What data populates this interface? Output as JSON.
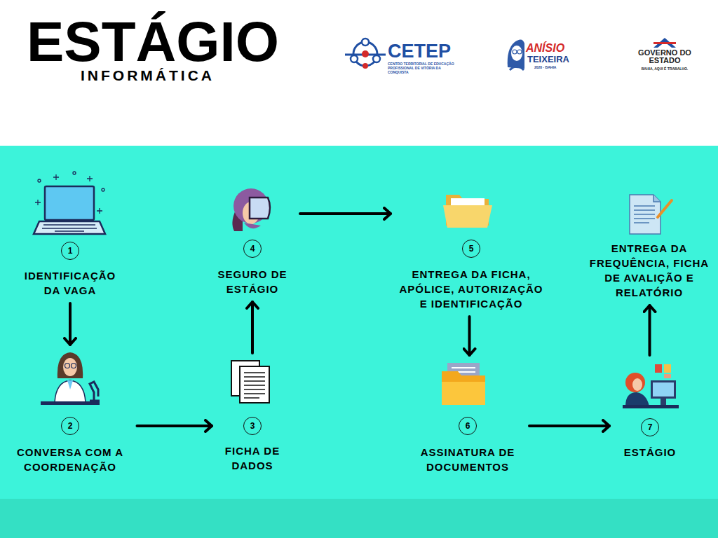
{
  "diagram": {
    "title": "ESTÁGIO",
    "nodes": [
      {
        "text": [
          "1",
          "IDENTIFICAÇÃO DA VAGA"
        ]
      },
      {
        "text": [
          "2",
          "CONVERSA COM A COORDENAÇÃO"
        ]
      },
      {
        "text": [
          "3",
          "FICHA DE DADOS"
        ]
      },
      {
        "text": [
          "4",
          "SEGURO DE ESTÁGIO"
        ]
      },
      {
        "text": [
          "5",
          "ENTREGA DA FICHA, APÓLICE, AUTORIZAÇÃO E IDENTIFICAÇÃO"
        ]
      },
      {
        "text": [
          "6",
          "ASSINATURA DE DOCUMENTOS"
        ]
      },
      {
        "text": [
          "7",
          "ESTÁGIO"
        ]
      },
      {
        "text": [
          "ENTREGA DA FREQUÊNCIA, FICHA DE AVALIÇÃO E RELATÓRIO"
        ]
      }
    ],
    "edges": [
      {
        "from": 0,
        "to": 1,
        "arrow": "to"
      },
      {
        "from": 1,
        "to": 2,
        "arrow": "to"
      },
      {
        "from": 2,
        "to": 3,
        "arrow": "to"
      },
      {
        "from": 3,
        "to": 4,
        "arrow": "to"
      },
      {
        "from": 4,
        "to": 5,
        "arrow": "to"
      },
      {
        "from": 5,
        "to": 6,
        "arrow": "to"
      },
      {
        "from": 6,
        "to": 7,
        "arrow": "to"
      }
    ],
    "labels": [
      "INFORMÁTICA",
      "CETEP",
      "CENTRO TERRITORIAL DE EDUCAÇÃO PROFISSIONAL DE VITÓRIA DA CONQUISTA",
      "ANÍSIO",
      "TEIXEIRA",
      "2020 · BAHIA",
      "GOVERNO DO ESTADO",
      "BAHIA, AQUI É TRABALHO."
    ]
  }
}
